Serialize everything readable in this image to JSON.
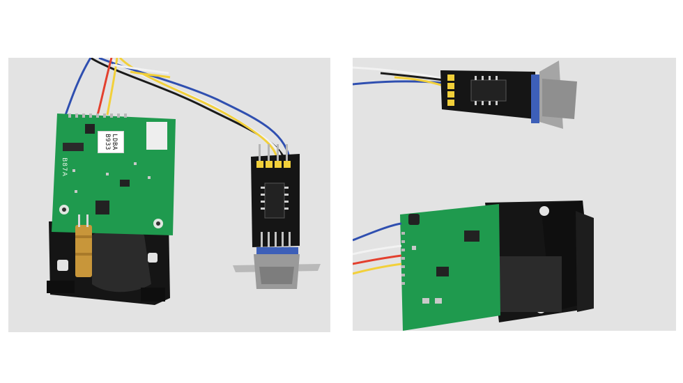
{
  "images": [
    {
      "id": "left",
      "label_lines": [
        "LDBA",
        "B933"
      ],
      "board_marking": "B87A"
    },
    {
      "id": "right"
    }
  ],
  "colors": {
    "background": "#e3e3e3",
    "pcb_green": "#1f9a4e",
    "adapter_black": "#151515",
    "connector_blue": "#3d5fb8",
    "wire_yellow": "#f2d03a",
    "wire_blue": "#2f4fb0",
    "wire_red": "#e3402e",
    "wire_white": "#f2f2f2",
    "wire_black": "#1a1a1a"
  }
}
